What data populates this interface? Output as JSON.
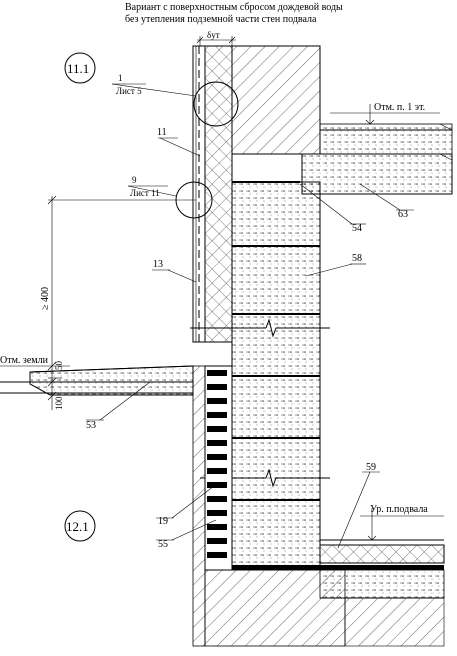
{
  "title_line1": "Вариант с поверхностным сбросом дождевой воды",
  "title_line2": "без утепления подземной части стен подвала",
  "dim_label": "δут",
  "section_marks": {
    "upper": "11.1",
    "lower": "12.1"
  },
  "callouts": [
    {
      "number": "1",
      "sheet": "Лист 5"
    },
    {
      "number": "9",
      "sheet": "Лист 11"
    }
  ],
  "labels": {
    "l11": "11",
    "l13": "13",
    "l19": "19",
    "l53": "53",
    "l54": "54",
    "l55": "55",
    "l58": "58",
    "l59": "59",
    "l63": "63"
  },
  "levels": {
    "floor1": "Отм. п. 1 эт.",
    "ground": "Отм. земли",
    "basement": "Ур. п.подвала"
  },
  "dimensions": {
    "height": "≥ 400",
    "d50": "50",
    "d100": "100"
  }
}
